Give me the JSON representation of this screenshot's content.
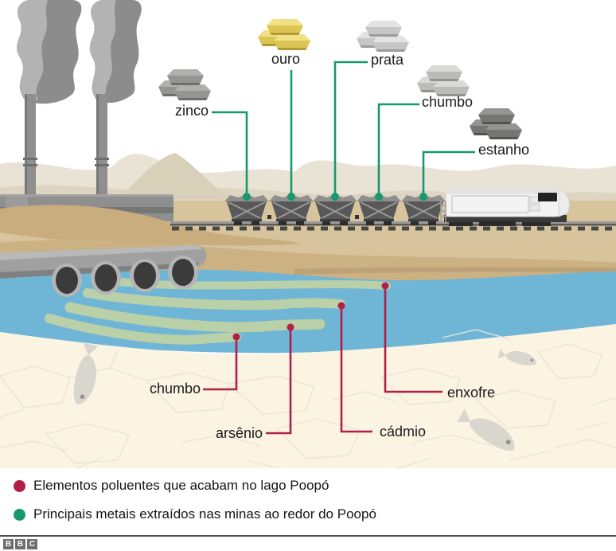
{
  "callouts": {
    "metals": [
      {
        "name": "zinco"
      },
      {
        "name": "ouro"
      },
      {
        "name": "prata"
      },
      {
        "name": "chumbo"
      },
      {
        "name": "estanho"
      }
    ],
    "pollutants": [
      {
        "name": "chumbo"
      },
      {
        "name": "arsênio"
      },
      {
        "name": "cádmio"
      },
      {
        "name": "enxofre"
      }
    ]
  },
  "legend": {
    "items": [
      {
        "text": "Elementos poluentes que acabam no lago Poopó"
      },
      {
        "text": "Principais metais extraídos nas minas ao redor do Poopó"
      }
    ]
  },
  "footer": {
    "logo_blocks": [
      "B",
      "B",
      "C"
    ]
  },
  "colors": {
    "pollutant_red": "#b11e46",
    "metal_green": "#17996d",
    "water_blue": "#6fb5d6",
    "plume_green": "#b9d0a8",
    "lakebed_cream": "#fbf4e2",
    "crack_line": "#e8e4d8",
    "sand_tan": "#d8c49c",
    "sand_dark": "#c9ad7e",
    "hill_light": "#e9e3d5",
    "hill_mid": "#ddd5c1",
    "smoke_dark": "#8c8c8c",
    "smoke_light": "#b3b3b3",
    "structure_gray": "#8f8f8f",
    "gold": "#ddc554",
    "silver": "#c6c6c6",
    "zinc_gray": "#949492",
    "lead_gray": "#bbbbb9",
    "tin_gray": "#757573",
    "fish_gray": "#d9d6ce",
    "text_dark": "#1a1a1a"
  }
}
